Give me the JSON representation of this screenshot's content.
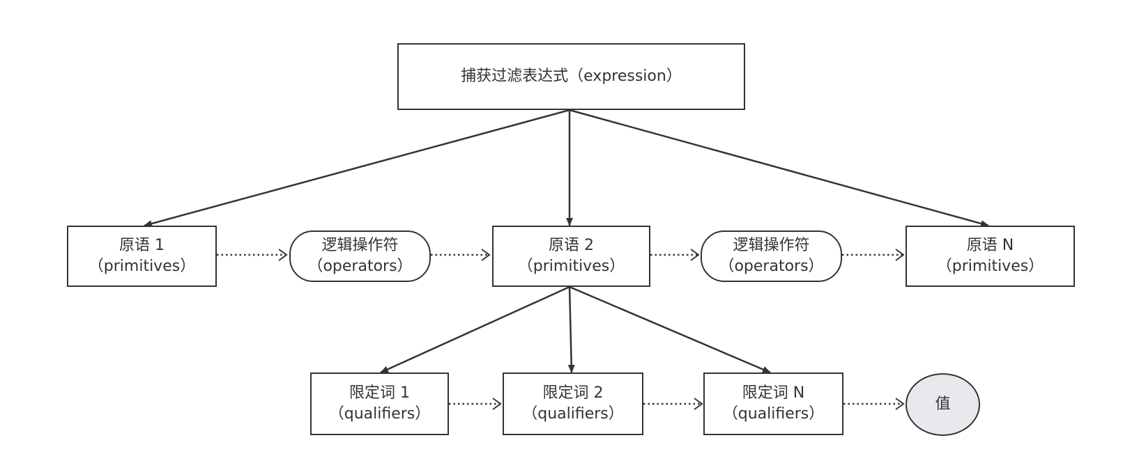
{
  "root": {
    "label": "捕获过滤表达式（expression）"
  },
  "primitives": [
    {
      "line1": "原语 1",
      "line2": "（primitives）"
    },
    {
      "line1": "原语 2",
      "line2": "（primitives）"
    },
    {
      "line1": "原语 N",
      "line2": "（primitives）"
    }
  ],
  "operators": [
    {
      "line1": "逻辑操作符",
      "line2": "（operators）"
    },
    {
      "line1": "逻辑操作符",
      "line2": "（operators）"
    }
  ],
  "qualifiers": [
    {
      "line1": "限定词 1",
      "line2": "（qualifiers）"
    },
    {
      "line1": "限定词 2",
      "line2": "（qualifiers）"
    },
    {
      "line1": "限定词 N",
      "line2": "（qualifiers）"
    }
  ],
  "value": {
    "label": "值"
  },
  "colors": {
    "stroke": "#333333",
    "value_fill": "#e7e9ec"
  }
}
